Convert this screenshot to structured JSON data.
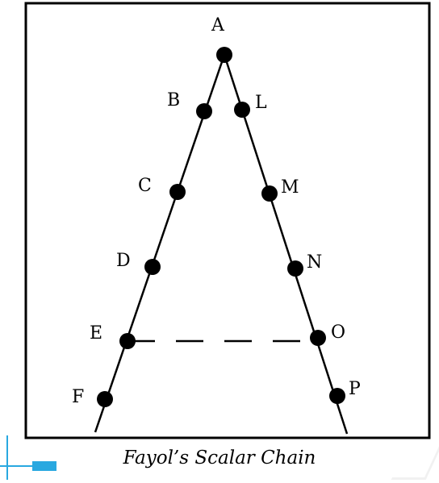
{
  "diagram": {
    "nodes": {
      "A": "A",
      "B": "B",
      "C": "C",
      "D": "D",
      "E": "E",
      "F": "F",
      "L": "L",
      "M": "M",
      "N": "N",
      "O": "O",
      "P": "P"
    },
    "gang_plank": "E to O (dashed)"
  },
  "caption": "Fayol’s Scalar Chain",
  "colors": {
    "line": "#000000",
    "node": "#000000",
    "corner_accent": "#29a8e0"
  }
}
